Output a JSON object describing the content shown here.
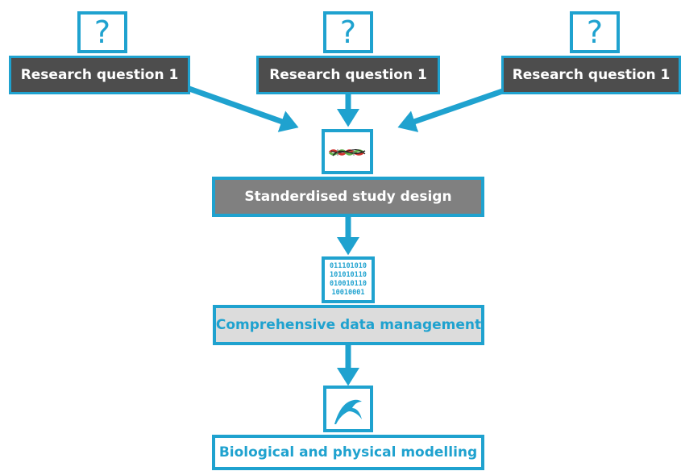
{
  "questions": [
    {
      "icon": "?",
      "label": "Research question 1"
    },
    {
      "icon": "?",
      "label": "Research question 1"
    },
    {
      "icon": "?",
      "label": "Research question 1"
    }
  ],
  "steps": {
    "design": {
      "label": "Standerdised study design",
      "icon": "dna-helix-icon"
    },
    "data": {
      "label": "Comprehensive data management",
      "icon": "binary-data-icon",
      "binary_lines": [
        "011101010",
        "101010110",
        "010010110",
        "10010001"
      ]
    },
    "model": {
      "label": "Biological and physical modelling",
      "icon": "modelling-curve-icon"
    }
  },
  "colors": {
    "accent": "#1fa2cf",
    "question_bg": "#4d4d4d",
    "design_bg": "#808080",
    "data_bg": "#dcdcdc",
    "model_bg": "#ffffff",
    "helix_red": "#d0312d",
    "helix_green": "#5fb04a"
  }
}
